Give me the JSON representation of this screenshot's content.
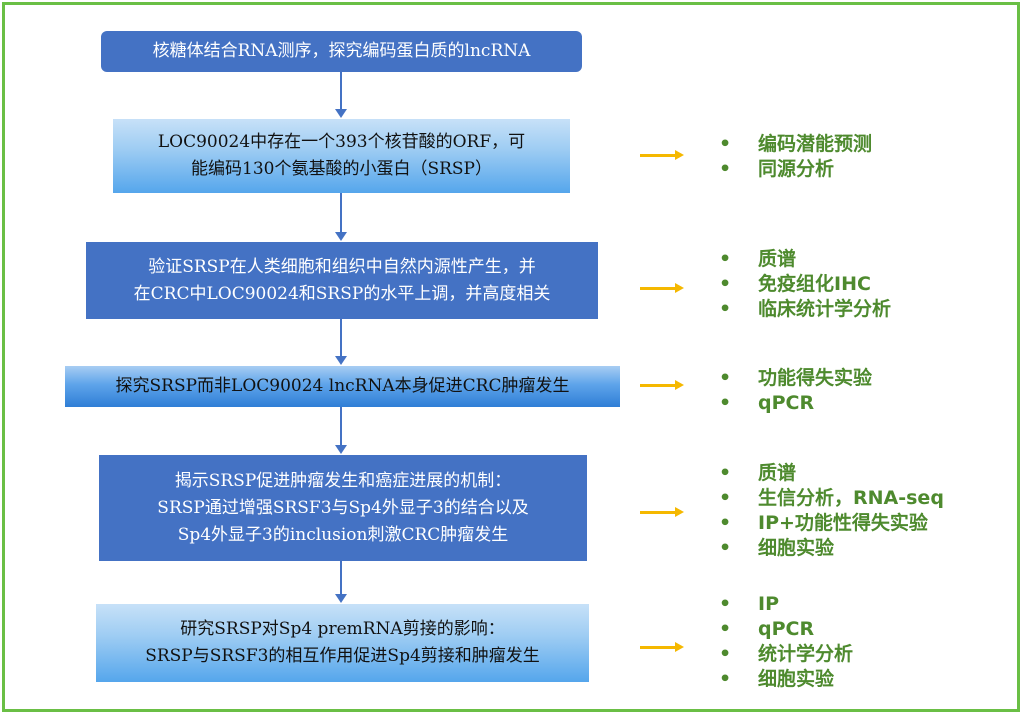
{
  "steps": [
    {
      "lines": [
        "核糖体结合RNA测序，探究编码蛋白质的lncRNA"
      ]
    },
    {
      "lines": [
        "LOC90024中存在一个393个核苷酸的ORF，可",
        "能编码130个氨基酸的小蛋白（SRSP）"
      ]
    },
    {
      "lines": [
        "验证SRSP在人类细胞和组织中自然内源性产生，并",
        "在CRC中LOC90024和SRSP的水平上调，并高度相关"
      ]
    },
    {
      "lines": [
        "探究SRSP而非LOC90024 lncRNA本身促进CRC肿瘤发生"
      ]
    },
    {
      "lines": [
        "揭示SRSP促进肿瘤发生和癌症进展的机制：",
        "SRSP通过增强SRSF3与Sp4外显子3的结合以及",
        "Sp4外显子3的inclusion刺激CRC肿瘤发生"
      ]
    },
    {
      "lines": [
        "研究SRSP对Sp4 premRNA剪接的影响：",
        "SRSP与SRSF3的相互作用促进Sp4剪接和肿瘤发生"
      ]
    }
  ],
  "methods": [
    {
      "items": [
        "编码潜能预测",
        "同源分析"
      ]
    },
    {
      "items": [
        "质谱",
        "免疫组化IHC",
        "临床统计学分析"
      ]
    },
    {
      "items": [
        "功能得失实验",
        "qPCR"
      ]
    },
    {
      "items": [
        "质谱",
        "生信分析，RNA-seq",
        "IP+功能性得失实验",
        "细胞实验"
      ]
    },
    {
      "items": [
        "IP",
        "qPCR",
        "统计学分析",
        "细胞实验"
      ]
    }
  ],
  "bullet_char": "•",
  "colors": {
    "border": "#6abf45",
    "dark_box": "#4472c4",
    "flow_arrow": "#4472c4",
    "method_arrow": "#f5b800",
    "method_text": "#4e8a2e"
  }
}
